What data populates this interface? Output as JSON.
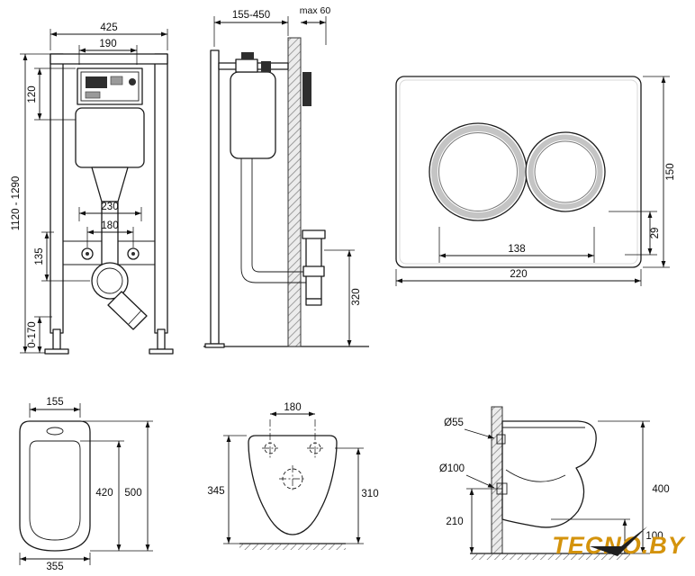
{
  "drawing": {
    "frame_front": {
      "width_total": "425",
      "width_tank_top": "190",
      "height_tank_top": "120",
      "height_frame": "1120 - 1290",
      "width_outlet": "230",
      "width_fixing": "180",
      "height_fixing": "135",
      "height_feet": "0-170"
    },
    "frame_side": {
      "depth_range": "155-450",
      "depth_max": "max 60",
      "height_outlet": "320"
    },
    "flush_plate": {
      "height": "150",
      "offset_buttons": "29",
      "width_buttons": "138",
      "width": "220"
    },
    "bowl_top": {
      "width_front": "155",
      "length_inner": "420",
      "length_total": "500",
      "width_total": "355"
    },
    "bowl_front": {
      "width_fixing": "180",
      "height_total": "345",
      "height_rim": "310"
    },
    "bowl_side": {
      "inlet_diameter": "Ø55",
      "outlet_diameter": "Ø100",
      "height_outlet": "210",
      "height_total": "400",
      "height_clearance": "100"
    },
    "watermark": {
      "brand": "TECNO.BY",
      "color": "#d4930c"
    }
  }
}
